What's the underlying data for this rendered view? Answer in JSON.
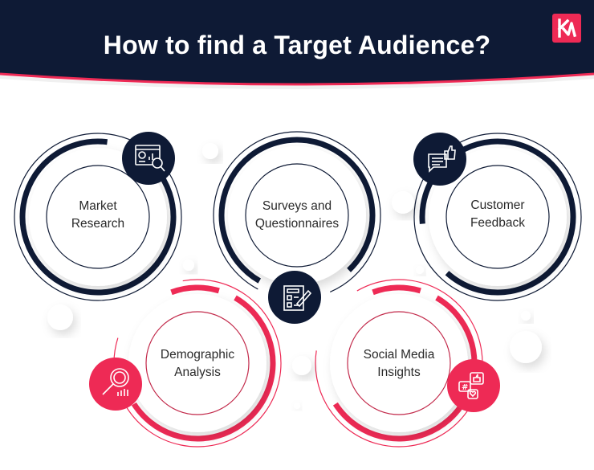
{
  "header": {
    "title": "How to find a Target Audience?",
    "logo": "km-logo-icon",
    "background_color": "#0e1a35",
    "accent_color": "#ee2a55"
  },
  "colors": {
    "navy": "#0e1a35",
    "pink": "#ee2a55",
    "text": "#2a2a2a"
  },
  "methods": [
    {
      "label_line1": "Market",
      "label_line2": "Research",
      "icon": "market-research-icon",
      "color": "navy"
    },
    {
      "label_line1": "Surveys and",
      "label_line2": "Questionnaires",
      "icon": "survey-clipboard-icon",
      "color": "navy"
    },
    {
      "label_line1": "Customer",
      "label_line2": "Feedback",
      "icon": "feedback-thumbs-up-icon",
      "color": "navy"
    },
    {
      "label_line1": "Demographic",
      "label_line2": "Analysis",
      "icon": "demographic-magnifier-icon",
      "color": "pink"
    },
    {
      "label_line1": "Social Media",
      "label_line2": "Insights",
      "icon": "social-media-icon",
      "color": "pink"
    }
  ]
}
